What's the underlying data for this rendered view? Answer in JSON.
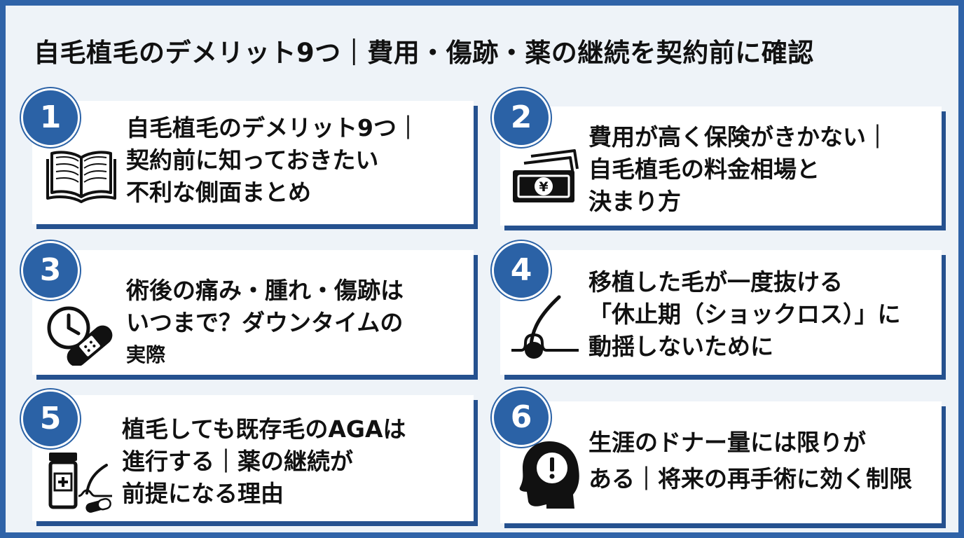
{
  "title": "自毛植毛のデメリット9つ｜費用・傷跡・薬の継続を契約前に確認",
  "cards": [
    {
      "number": "1",
      "icon": "open-book-icon",
      "lines": [
        "自毛植毛のデメリット9つ｜",
        "契約前に知っておきたい",
        "不利な側面まとめ"
      ]
    },
    {
      "number": "2",
      "icon": "yen-banknotes-icon",
      "lines": [
        "費用が高く保険がきかない｜",
        "自毛植毛の料金相場と",
        "決まり方"
      ]
    },
    {
      "number": "3",
      "icon": "clock-bandage-icon",
      "lines": [
        "術後の痛み・腫れ・傷跡は",
        "いつまで？ダウンタイムの",
        "実際"
      ]
    },
    {
      "number": "4",
      "icon": "hair-follicle-icon",
      "lines": [
        "移植した毛が一度抜ける",
        "「休止期（ショックロス）」に",
        "動揺しないために"
      ]
    },
    {
      "number": "5",
      "icon": "medicine-bottle-icon",
      "lines": [
        "植毛しても既存毛のAGAは",
        "進行する｜薬の継続が",
        "前提になる理由"
      ]
    },
    {
      "number": "6",
      "icon": "head-exclamation-icon",
      "lines": [
        "生涯のドナー量には限りが",
        "ある｜将来の再手術に効く制限"
      ]
    }
  ],
  "colors": {
    "border": "#2f63a8",
    "background": "#eef3f8",
    "badge": "#2b62a6",
    "card_shadow": "#25518f"
  }
}
